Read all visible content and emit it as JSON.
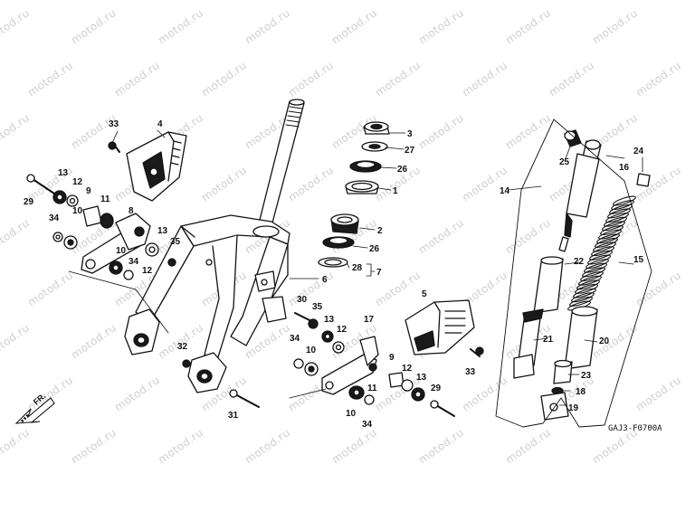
{
  "watermark": "motod.ru",
  "direction_label": "FR.",
  "drawing_code": "GAJ3-F0700A",
  "callouts": [
    "1",
    "2",
    "3",
    "4",
    "5",
    "6",
    "7",
    "8",
    "9",
    "10",
    "11",
    "12",
    "13",
    "14",
    "15",
    "16",
    "17",
    "18",
    "19",
    "20",
    "21",
    "22",
    "23",
    "24",
    "25",
    "26",
    "27",
    "28",
    "29",
    "30",
    "31",
    "32",
    "33",
    "34",
    "35"
  ],
  "colors": {
    "line": "#111111",
    "fill_dark": "#1a1a1a",
    "fill_light": "#ffffff",
    "watermark": "#cfcfcf"
  }
}
